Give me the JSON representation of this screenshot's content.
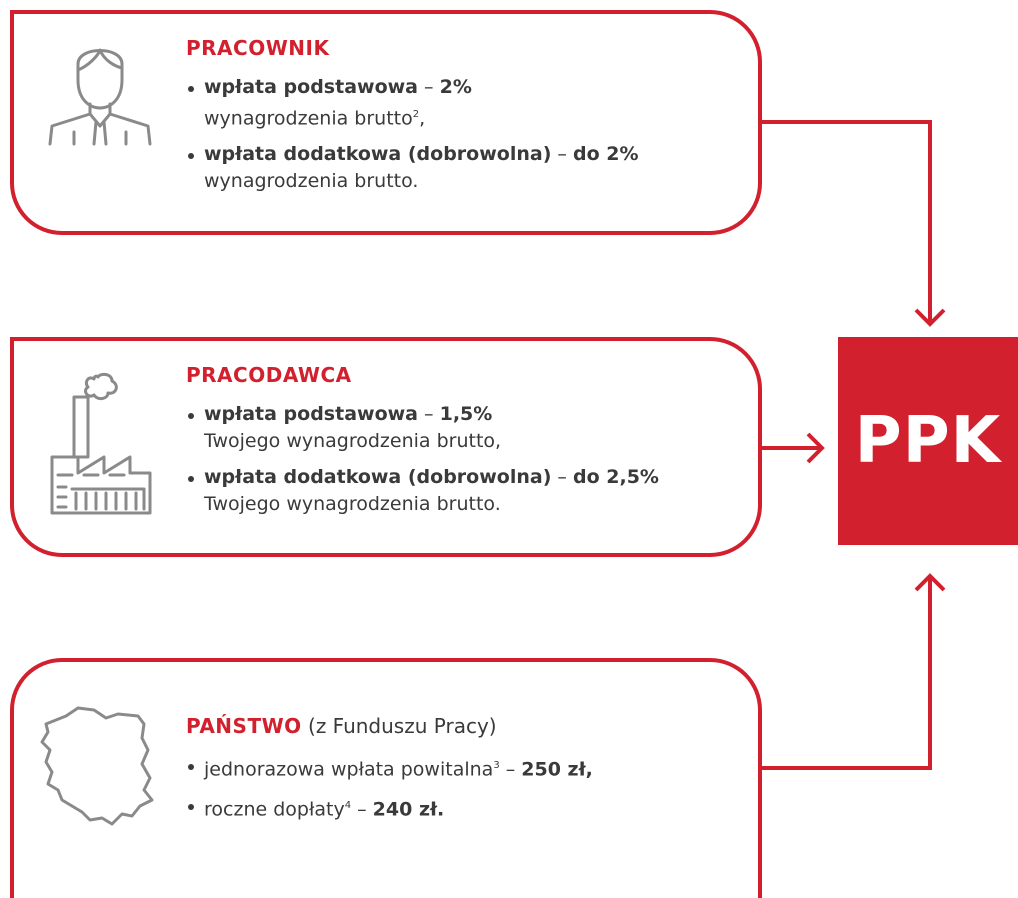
{
  "employee": {
    "heading": "PRACOWNIK",
    "items": [
      {
        "label": "wpłata podstawowa",
        "sep": " – ",
        "value": "2%",
        "desc": "wynagrodzenia brutto",
        "sup": "2",
        "desc_end": ","
      },
      {
        "label": "wpłata dodatkowa (dobrowolna)",
        "sep": " – ",
        "value": "do 2%",
        "desc": "wynagrodzenia brutto.",
        "sup": "",
        "desc_end": ""
      }
    ]
  },
  "employer": {
    "heading": "PRACODAWCA",
    "items": [
      {
        "label": "wpłata podstawowa",
        "sep": " – ",
        "value": "1,5%",
        "desc": "Twojego wynagrodzenia brutto,"
      },
      {
        "label": "wpłata dodatkowa (dobrowolna)",
        "sep": " – ",
        "value": "do 2,5%",
        "desc": "Twojego wynagrodzenia brutto."
      }
    ]
  },
  "state": {
    "heading": "PAŃSTWO",
    "heading_sub": " (z Funduszu Pracy)",
    "items": [
      {
        "text": "jednorazowa wpłata powitalna",
        "sup": "3",
        "sep": " – ",
        "value": "250 zł,"
      },
      {
        "text": "roczne dopłaty",
        "sup": "4",
        "sep": " – ",
        "value": "240 zł."
      }
    ]
  },
  "target": {
    "label": "PPK"
  },
  "colors": {
    "accent": "#d2202e",
    "icon": "#8a8a8a",
    "text": "#3a3a3a"
  },
  "icons": {
    "employee": "person-icon",
    "employer": "factory-icon",
    "state": "poland-map-icon"
  }
}
